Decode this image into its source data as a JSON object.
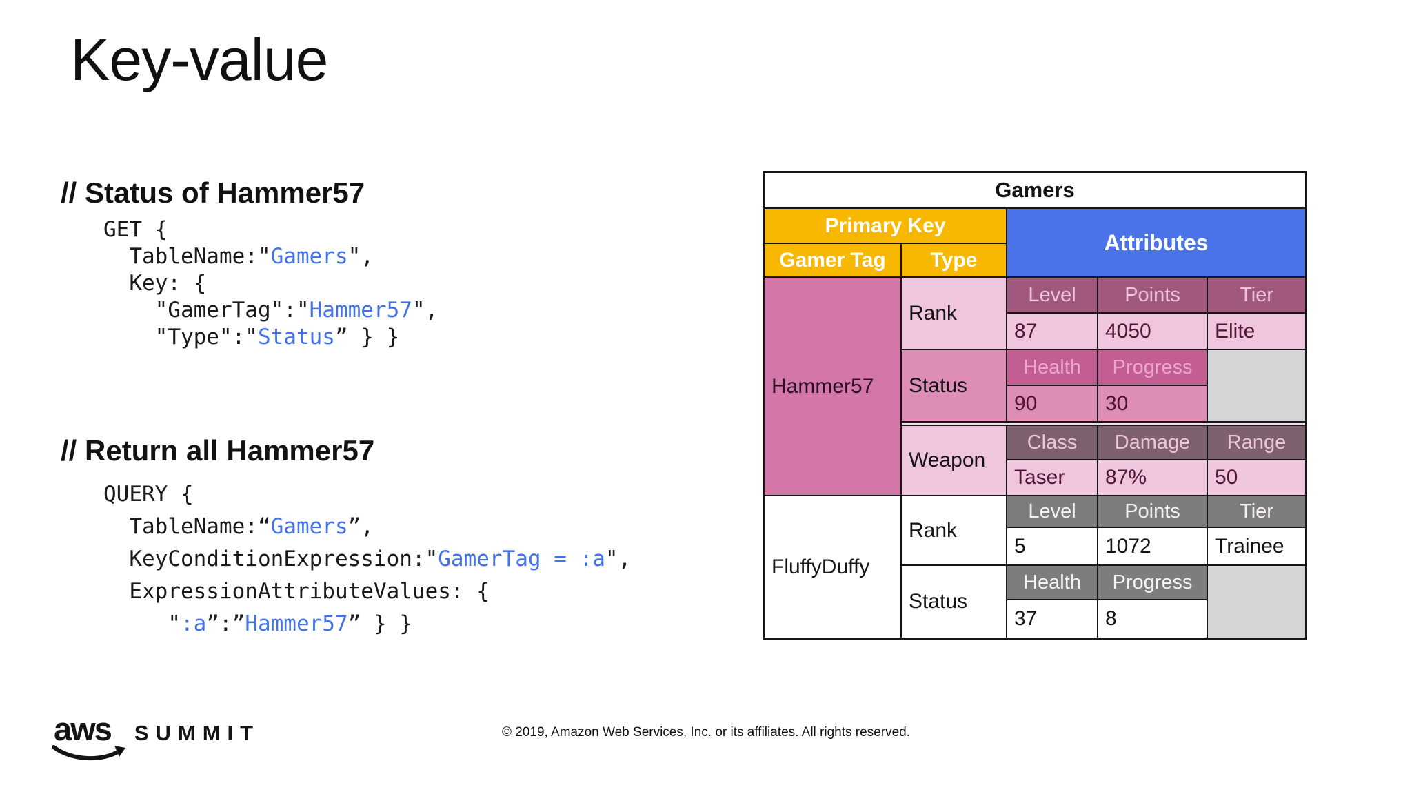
{
  "slide": {
    "title": "Key-value"
  },
  "snippets": [
    {
      "comment": "// Status of Hammer57",
      "lines": [
        [
          {
            "t": "GET {",
            "c": "k"
          }
        ],
        [
          {
            "t": "  TableName:\"",
            "c": "k"
          },
          {
            "t": "Gamers",
            "c": "b"
          },
          {
            "t": "\",",
            "c": "k"
          }
        ],
        [
          {
            "t": "  Key: {",
            "c": "k"
          }
        ],
        [
          {
            "t": "    \"GamerTag\":\"",
            "c": "k"
          },
          {
            "t": "Hammer57",
            "c": "b"
          },
          {
            "t": "\",",
            "c": "k"
          }
        ],
        [
          {
            "t": "    \"Type\":\"",
            "c": "k"
          },
          {
            "t": "Status",
            "c": "b"
          },
          {
            "t": "” } }",
            "c": "k"
          }
        ]
      ]
    },
    {
      "comment": "// Return all Hammer57",
      "lines": [
        [
          {
            "t": "QUERY {",
            "c": "k"
          }
        ],
        [
          {
            "t": "  TableName:“",
            "c": "k"
          },
          {
            "t": "Gamers",
            "c": "b"
          },
          {
            "t": "”,",
            "c": "k"
          }
        ],
        [
          {
            "t": "  KeyConditionExpression:\"",
            "c": "k"
          },
          {
            "t": "GamerTag = :a",
            "c": "b"
          },
          {
            "t": "\",",
            "c": "k"
          }
        ],
        [
          {
            "t": "  ExpressionAttributeValues: {",
            "c": "k"
          }
        ],
        [
          {
            "t": "     \"",
            "c": "k"
          },
          {
            "t": ":a",
            "c": "b"
          },
          {
            "t": "”:”",
            "c": "k"
          },
          {
            "t": "Hammer57",
            "c": "b"
          },
          {
            "t": "” } }",
            "c": "k"
          }
        ]
      ]
    }
  ],
  "table": {
    "title": "Gamers",
    "primary_key_label": "Primary Key",
    "attributes_label": "Attributes",
    "gamer_tag_label": "Gamer Tag",
    "type_label": "Type",
    "items": {
      "hammer57": {
        "gamer_tag": "Hammer57",
        "rank": {
          "label": "Rank",
          "headers": [
            "Level",
            "Points",
            "Tier"
          ],
          "values": [
            "87",
            "4050",
            "Elite"
          ]
        },
        "status": {
          "label": "Status",
          "headers": [
            "Health",
            "Progress"
          ],
          "values": [
            "90",
            "30"
          ]
        },
        "weapon": {
          "label": "Weapon",
          "headers": [
            "Class",
            "Damage",
            "Range"
          ],
          "values": [
            "Taser",
            "87%",
            "50"
          ]
        }
      },
      "fluffyduffy": {
        "gamer_tag": "FluffyDuffy",
        "rank": {
          "label": "Rank",
          "headers": [
            "Level",
            "Points",
            "Tier"
          ],
          "values": [
            "5",
            "1072",
            "Trainee"
          ]
        },
        "status": {
          "label": "Status",
          "headers": [
            "Health",
            "Progress"
          ],
          "values": [
            "37",
            "8"
          ]
        }
      }
    }
  },
  "footer": {
    "logo_aws": "aws",
    "logo_summit": "SUMMIT",
    "copyright": "© 2019, Amazon Web Services, Inc. or its affiliates. All rights reserved."
  },
  "colors": {
    "primary_key_yellow": "#F9B800",
    "attributes_blue": "#4A73E8",
    "code_blue": "#4273E8",
    "gamer_pink": "#D377A8",
    "pink_light": "#F0C5DE",
    "pink_medium": "#DE8DB7",
    "mauve_header": "#A1587F",
    "magenta_header": "#C25E92",
    "plum_header": "#7D6070",
    "gray_header": "#7F7C7F",
    "gray_empty_cell": "#D7D4D7"
  }
}
